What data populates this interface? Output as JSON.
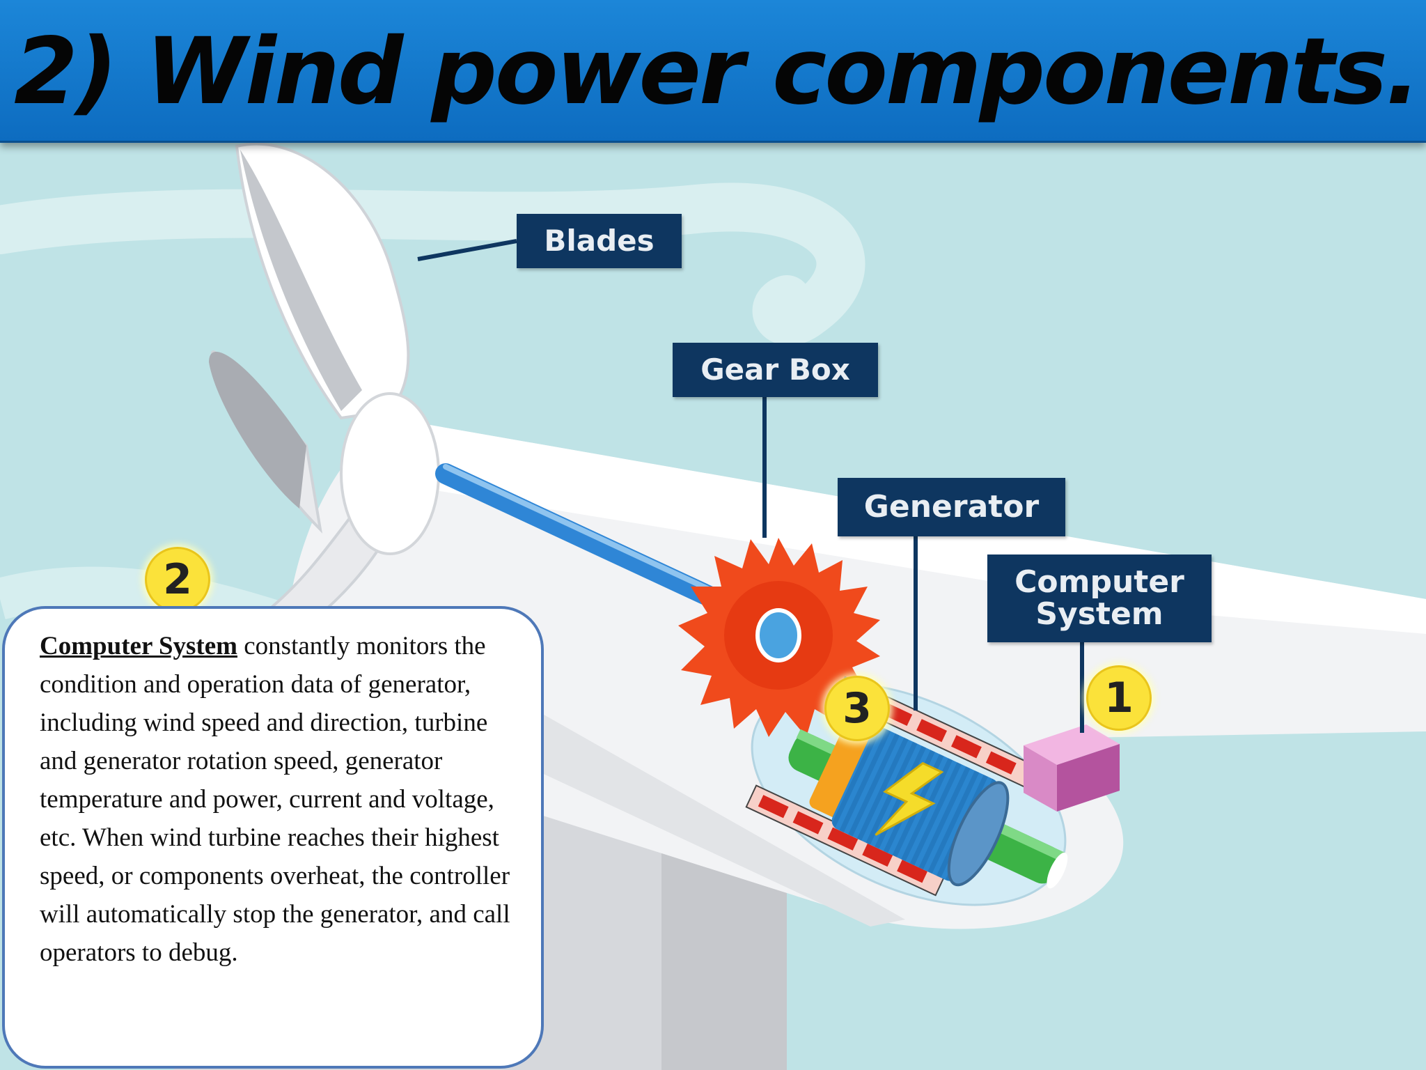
{
  "slide": {
    "title": "2) Wind power components."
  },
  "callouts": {
    "blades": "Blades",
    "gear_box": "Gear Box",
    "generator": "Generator",
    "computer_system_line1": "Computer",
    "computer_system_line2": "System"
  },
  "badges": {
    "one": "1",
    "two": "2",
    "three": "3"
  },
  "info_box": {
    "term": "Computer System",
    "text": " constantly monitors the condition and operation data of generator, including wind speed and direction, turbine and generator rotation speed, generator temperature and power, current and voltage, etc. When wind turbine reaches their highest speed, or components overheat, the controller will automatically stop the generator, and call operators to debug."
  },
  "colors": {
    "title_bar": "#0d6cc0",
    "background": "#bfe3e6",
    "callout": "#0e3660",
    "badge": "#fbe23a",
    "gear": "#f04a1c",
    "info_border": "#4e78b8"
  },
  "icons": [
    "turbine-blade-icon",
    "gear-icon",
    "generator-icon",
    "computer-box-icon",
    "lightning-icon"
  ]
}
